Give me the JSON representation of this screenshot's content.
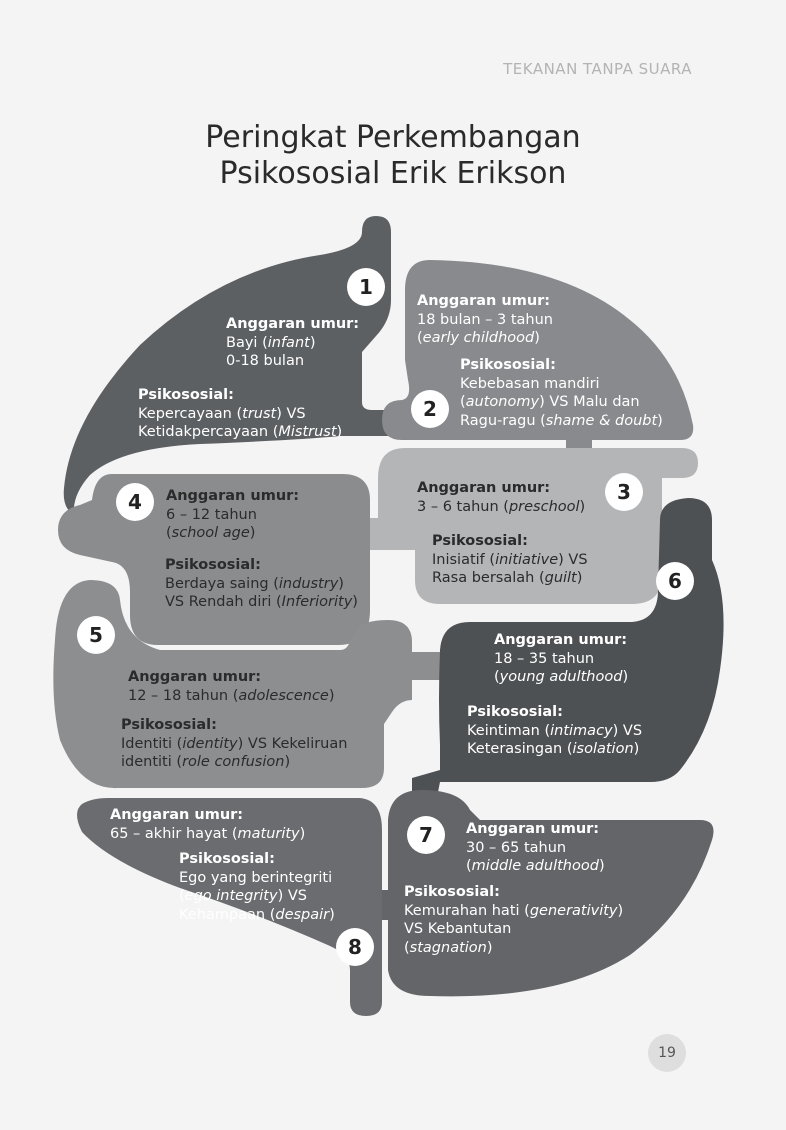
{
  "header": "TEKANAN TANPA SUARA",
  "title": [
    "Peringkat Perkembangan",
    "Psikososial Erik Erikson"
  ],
  "page_number": "19",
  "colors": {
    "stage1": "#5d6063",
    "stage2": "#888a8d",
    "stage3": "#b4b5b7",
    "stage4": "#8b8c8e",
    "stage5": "#8d8e90",
    "stage6": "#4e5154",
    "stage7": "#636568",
    "stage8": "#6a6c6f"
  },
  "stages": [
    {
      "number": "1",
      "age_label": "Anggaran umur:",
      "age_lines": [
        "Bayi (infant)",
        "0-18 bulan"
      ],
      "psy_label": "Psikososial:",
      "psy_lines": [
        "Kepercayaan (trust) VS",
        "Ketidakpercayaan (Mistrust)"
      ]
    },
    {
      "number": "2",
      "age_label": "Anggaran umur:",
      "age_lines": [
        "18 bulan – 3 tahun",
        "(early childhood)"
      ],
      "psy_label": "Psikososial:",
      "psy_lines": [
        "Kebebasan mandiri",
        "(autonomy) VS Malu dan",
        "Ragu-ragu (shame & doubt)"
      ]
    },
    {
      "number": "3",
      "age_label": "Anggaran umur:",
      "age_lines": [
        "3 – 6 tahun (preschool)"
      ],
      "psy_label": "Psikososial:",
      "psy_lines": [
        "Inisiatif (initiative) VS",
        "Rasa bersalah (guilt)"
      ]
    },
    {
      "number": "4",
      "age_label": "Anggaran umur:",
      "age_lines": [
        "6 – 12 tahun",
        "(school age)"
      ],
      "psy_label": "Psikososial:",
      "psy_lines": [
        "Berdaya saing (industry)",
        "VS Rendah diri (Inferiority)"
      ]
    },
    {
      "number": "5",
      "age_label": "Anggaran umur:",
      "age_lines": [
        "12 – 18 tahun (adolescence)"
      ],
      "psy_label": "Psikososial:",
      "psy_lines": [
        "Identiti (identity) VS Kekeliruan",
        "identiti (role confusion)"
      ]
    },
    {
      "number": "6",
      "age_label": "Anggaran umur:",
      "age_lines": [
        "18 – 35 tahun",
        "(young adulthood)"
      ],
      "psy_label": "Psikososial:",
      "psy_lines": [
        "Keintiman (intimacy) VS",
        "Keterasingan (isolation)"
      ]
    },
    {
      "number": "7",
      "age_label": "Anggaran umur:",
      "age_lines": [
        "30 – 65 tahun",
        "(middle adulthood)"
      ],
      "psy_label": "Psikososial:",
      "psy_lines": [
        "Kemurahan hati (generativity)",
        "VS Kebantutan",
        "(stagnation)"
      ]
    },
    {
      "number": "8",
      "age_label": "Anggaran umur:",
      "age_lines": [
        "65 – akhir hayat (maturity)"
      ],
      "psy_label": "Psikososial:",
      "psy_lines": [
        "Ego yang berintegriti",
        "(ego integrity) VS",
        "Kehampaan (despair)"
      ]
    }
  ]
}
